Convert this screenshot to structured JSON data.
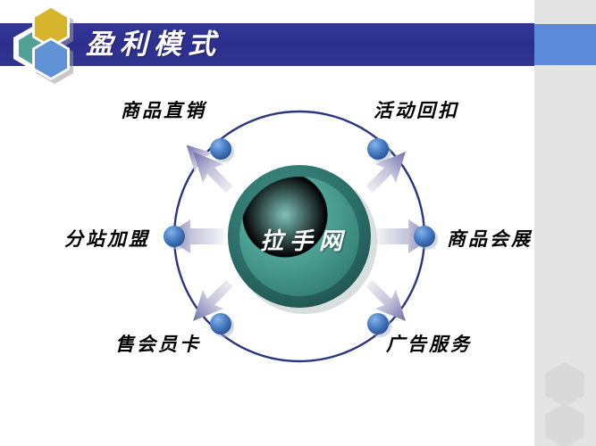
{
  "slide": {
    "title": "盈利模式",
    "background_color": "#ffffff",
    "banner_color": "#2e3192",
    "banner_accent_color": "#5b8ad9",
    "panel_color": "#e4e4e4"
  },
  "logo": {
    "hexagons": [
      {
        "name": "teal",
        "color": "#53a096"
      },
      {
        "name": "gold",
        "color": "#d6b52c"
      },
      {
        "name": "blue",
        "color": "#6092d6"
      }
    ]
  },
  "diagram": {
    "center": {
      "label": "拉手网",
      "color": "#3f8f86"
    },
    "ring_color": "#2a3580",
    "node_color": "#4a7fc8",
    "arrow_color": "#7a7ab4",
    "nodes": [
      {
        "label": "商品直销",
        "position": "top-left"
      },
      {
        "label": "活动回扣",
        "position": "top-right"
      },
      {
        "label": "分站加盟",
        "position": "left"
      },
      {
        "label": "商品会展",
        "position": "right"
      },
      {
        "label": "售会员卡",
        "position": "bottom-left"
      },
      {
        "label": "广告服务",
        "position": "bottom-right"
      }
    ]
  }
}
